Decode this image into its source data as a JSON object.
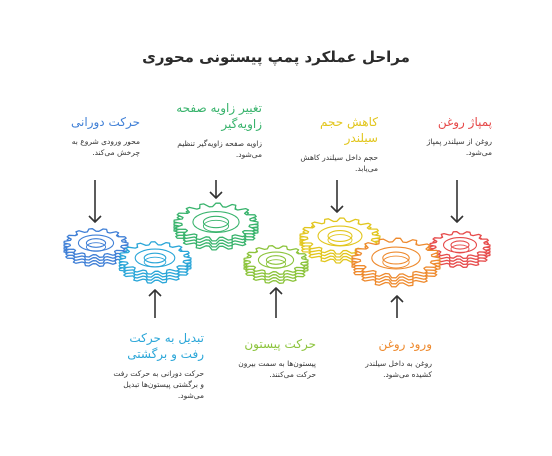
{
  "title": "مراحل عملکرد پمپ پیستونی محوری",
  "colors": {
    "blue": "#3f7fd6",
    "cyan": "#2aa6d8",
    "green": "#38b36c",
    "lime": "#8cc43c",
    "yellow": "#e2c61e",
    "orange": "#ee8a2e",
    "red": "#e64a4a"
  },
  "steps": {
    "rotation": {
      "title": "حرکت دورانی",
      "text": "محور ورودی شروع به چرخش می‌کند."
    },
    "conversion": {
      "title": "تبدیل به حرکت رفت و برگشتی",
      "text": "حرکت دورانی به حرکت رفت و برگشتی پیستون‌ها تبدیل می‌شود."
    },
    "swashplate": {
      "title": "تغییر زاویه صفحه زاویه‌گیر",
      "text": "زاویه صفحه زاویه‌گیر تنظیم می‌شود."
    },
    "piston": {
      "title": "حرکت پیستون",
      "text": "پیستون‌ها به سمت بیرون حرکت می‌کنند."
    },
    "volume": {
      "title": "کاهش حجم سیلندر",
      "text": "حجم داخل سیلندر کاهش می‌یابد."
    },
    "intake": {
      "title": "ورود روغن",
      "text": "روغن به داخل سیلندر کشیده می‌شود."
    },
    "output": {
      "title": "پمپاژ روغن",
      "text": "روغن از سیلندر پمپاژ می‌شود."
    }
  }
}
